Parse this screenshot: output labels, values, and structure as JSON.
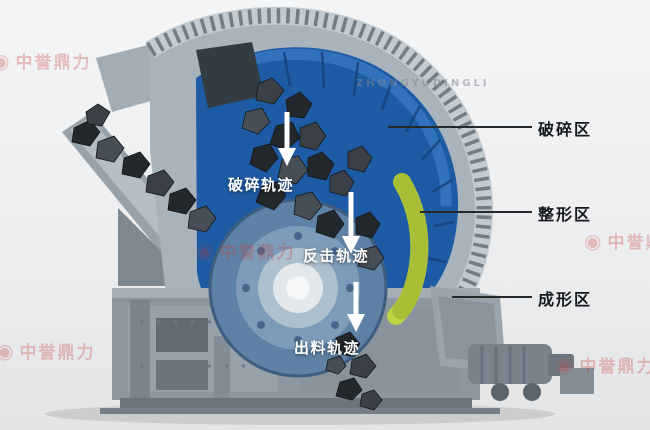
{
  "page": {
    "background": "#eef0f1"
  },
  "brand": {
    "name_cn": "中誉鼎力",
    "name_en": "ZHONGYUDINGLI"
  },
  "diagram": {
    "subject": "impact-crusher-cross-section",
    "trajectories": [
      {
        "label": "破碎轨迹"
      },
      {
        "label": "反击轨迹"
      },
      {
        "label": "出料轨迹"
      }
    ],
    "zones": [
      {
        "label": "破碎区"
      },
      {
        "label": "整形区"
      },
      {
        "label": "成形区"
      }
    ],
    "colors": {
      "housing_gray": "#a9b3bb",
      "liner_blue": "#1d5ba4",
      "impact_plate_lime": "#bfd443",
      "rock_dark": "#23282d",
      "arrow_white": "#ffffff",
      "label_black": "#15181b",
      "watermark_red": "#c6403a"
    }
  }
}
